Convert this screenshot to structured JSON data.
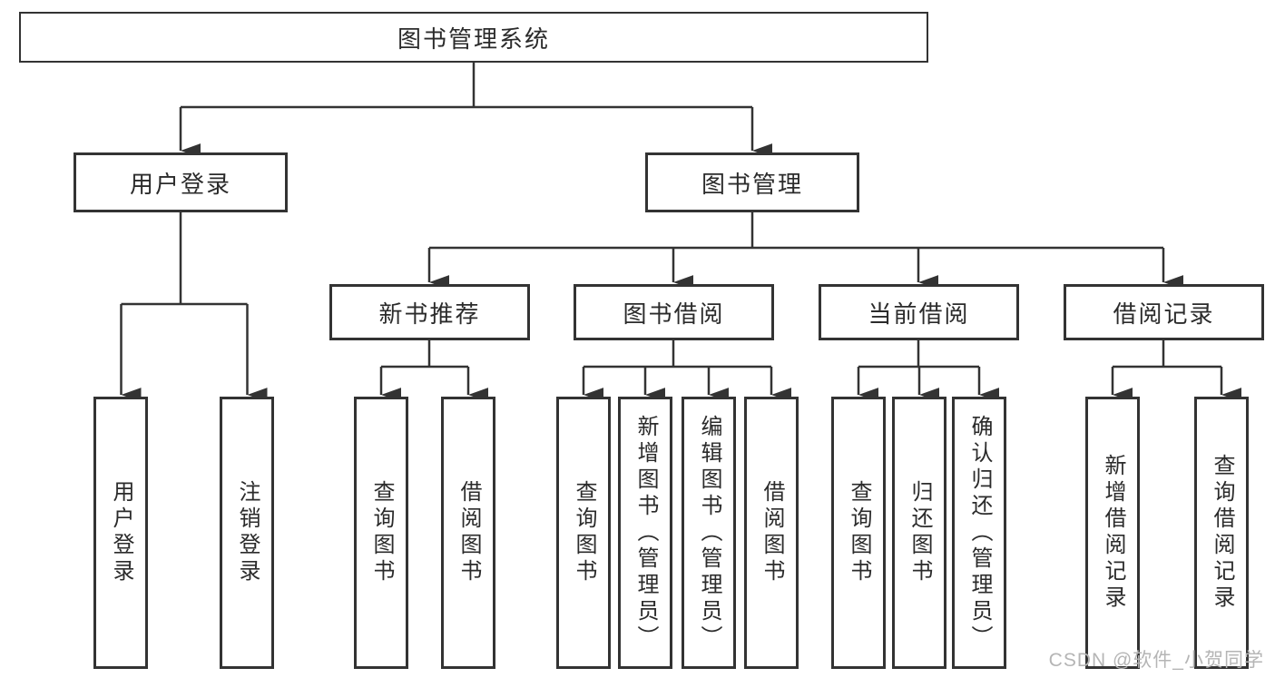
{
  "diagram": {
    "root": "图书管理系统",
    "login_branch": {
      "label": "用户登录",
      "children": [
        "用户登录",
        "注销登录"
      ]
    },
    "mgmt_branch": {
      "label": "图书管理",
      "groups": [
        {
          "label": "新书推荐",
          "children": [
            "查询图书",
            "借阅图书"
          ]
        },
        {
          "label": "图书借阅",
          "children": [
            "查询图书",
            "新增图书（管理员）",
            "编辑图书（管理员）",
            "借阅图书"
          ]
        },
        {
          "label": "当前借阅",
          "children": [
            "查询图书",
            "归还图书",
            "确认归还（管理员）"
          ]
        },
        {
          "label": "借阅记录",
          "children": [
            "新增借阅记录",
            "查询借阅记录"
          ]
        }
      ]
    }
  },
  "watermark": "CSDN @软件_小贺同学",
  "colors": {
    "line": "#333333",
    "text": "#2b2b2b",
    "watermark": "#b5b5b5"
  }
}
